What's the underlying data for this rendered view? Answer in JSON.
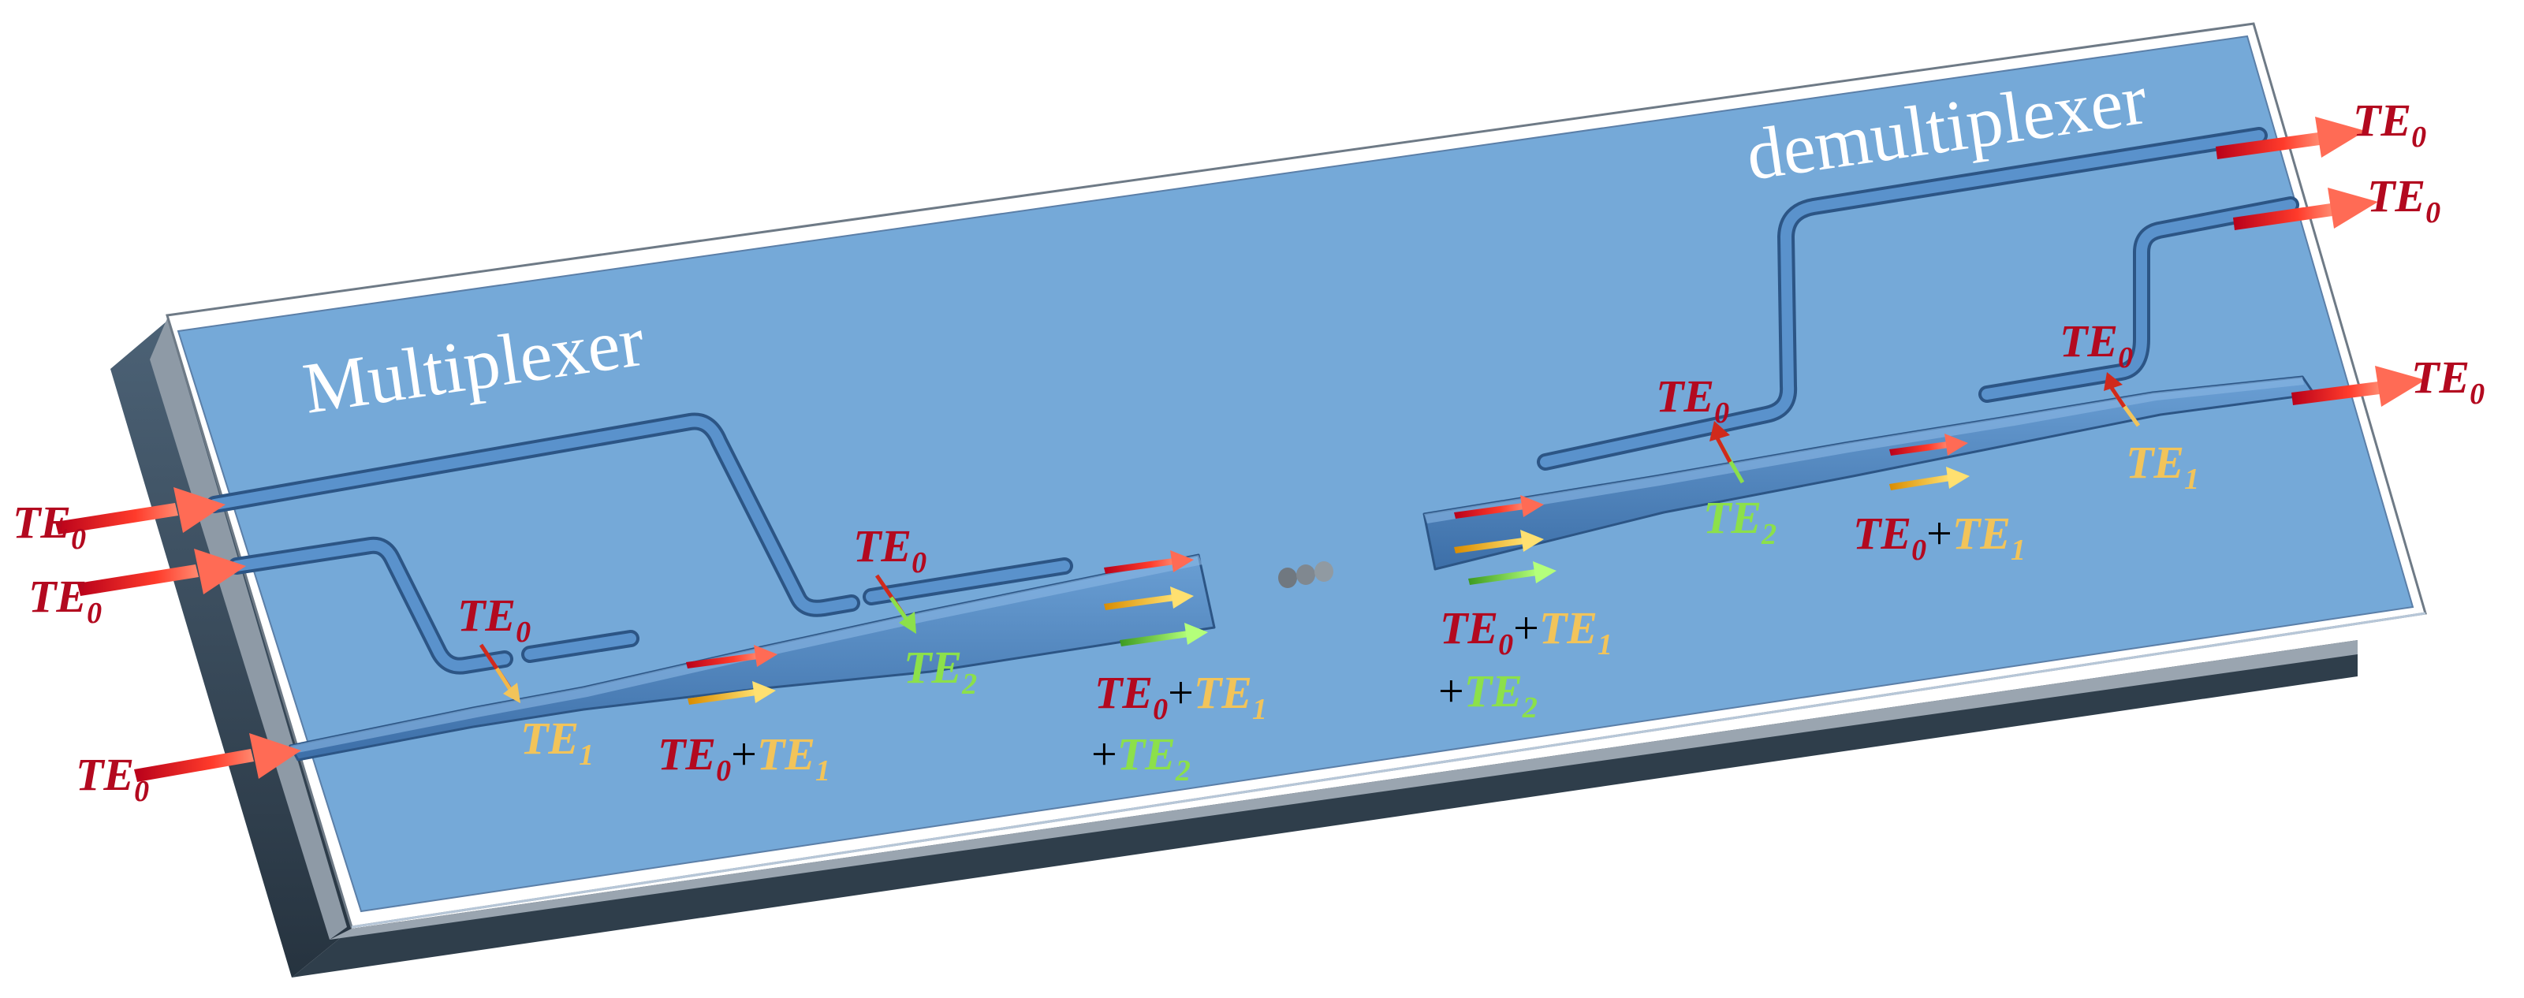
{
  "titles": {
    "multiplexer": "Multiplexer",
    "demultiplexer": "demultiplexer"
  },
  "mode_labels": {
    "te0": "TE",
    "te1": "TE",
    "te2": "TE",
    "sub0": "0",
    "sub1": "1",
    "sub2": "2",
    "plus": "+"
  },
  "colors": {
    "te0": "#b3091f",
    "te1": "#f2c45a",
    "te2": "#8ce04a",
    "plus": "#000000",
    "substrate_top": "#75a9d8",
    "substrate_side": "#3a4e5f",
    "waveguide": "#5087c3",
    "frame": "#ffffff",
    "title_text": "#ffffff"
  },
  "bus_ellipsis": "three grey dots between multiplexer and demultiplexer"
}
